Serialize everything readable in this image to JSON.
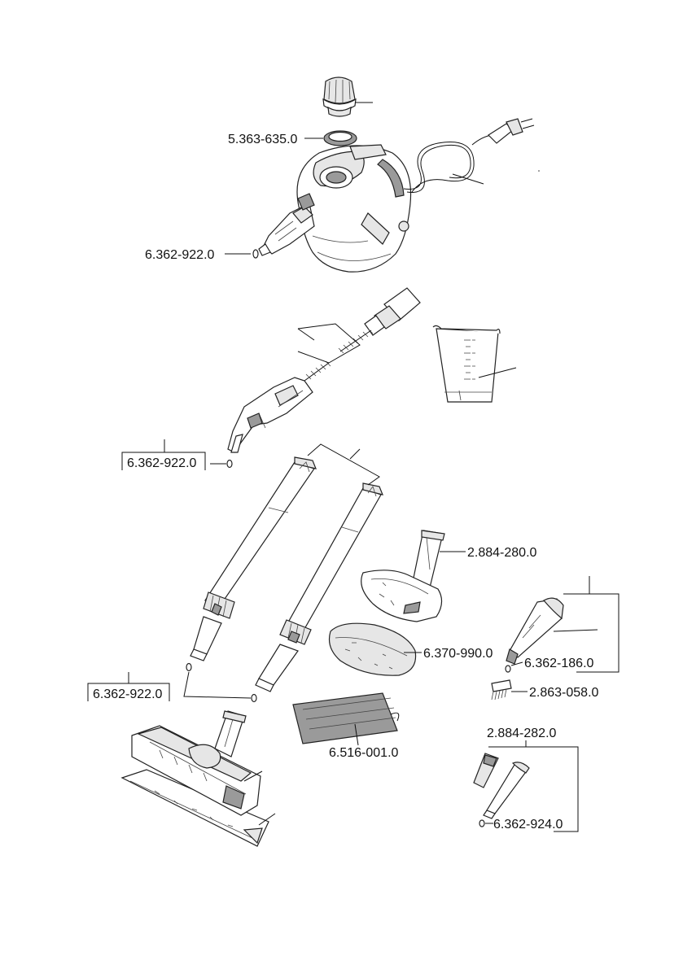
{
  "part_labels": {
    "cap_seal": "5.363-635.0",
    "oring_unit": "6.362-922.0",
    "oring_gun": "6.362-922.0",
    "oring_tubes": "6.362-922.0",
    "hand_nozzle_cover": "2.884-280.0",
    "terry_cover": "6.370-990.0",
    "point_nozzle_oring": "6.362-186.0",
    "round_brush": "2.863-058.0",
    "detail_nozzle_set": "2.884-282.0",
    "detail_oring": "6.362-924.0",
    "mesh_bag": "6.516-001.0"
  }
}
